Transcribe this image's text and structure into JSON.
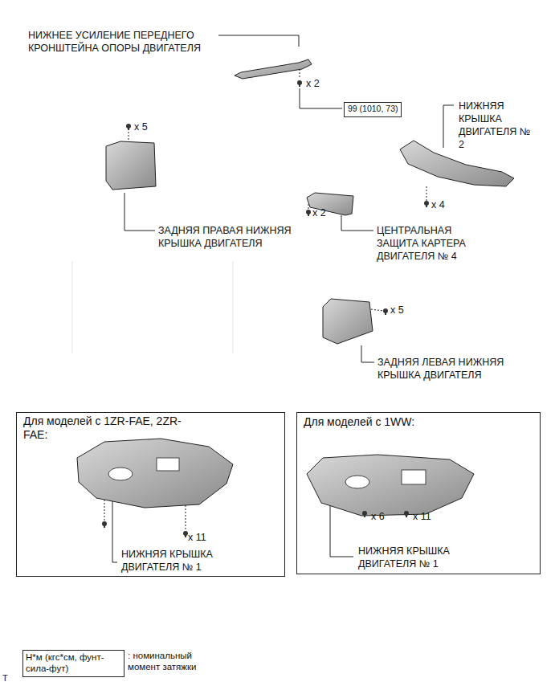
{
  "diagram": {
    "nodes": [
      {
        "text": [
          "99 (1010, 73)"
        ]
      },
      {
        "text": [
          "Для моделей с 1ZR-FAE, 2ZR-FAE:",
          "x 11",
          "НИЖНЯЯ КРЫШКА ДВИГАТЕЛЯ № 1"
        ]
      },
      {
        "text": [
          "Для моделей с 1WW:",
          "x 6",
          "x 11",
          "НИЖНЯЯ КРЫШКА ДВИГАТЕЛЯ № 1"
        ]
      },
      {
        "text": [
          "Н*м (кгс*см, фунт-сила-фут)"
        ]
      }
    ],
    "labels": [
      "НИЖНЕЕ УСИЛЕНИЕ ПЕРЕДНЕГО КРОНШТЕЙНА ОПОРЫ ДВИГАТЕЛЯ",
      "x 2",
      "НИЖНЯЯ КРЫШКА ДВИГАТЕЛЯ № 2",
      "x 5",
      "x 4",
      "ЗАДНЯЯ ПРАВАЯ НИЖНЯЯ КРЫШКА ДВИГАТЕЛЯ",
      "x 2",
      "ЦЕНТРАЛЬНАЯ ЗАЩИТА КАРТЕРА ДВИГАТЕЛЯ № 4",
      "x 5",
      "ЗАДНЯЯ ЛЕВАЯ НИЖНЯЯ КРЫШКА ДВИГАТЕЛЯ",
      ": номинальный момент затяжки",
      "T"
    ]
  }
}
